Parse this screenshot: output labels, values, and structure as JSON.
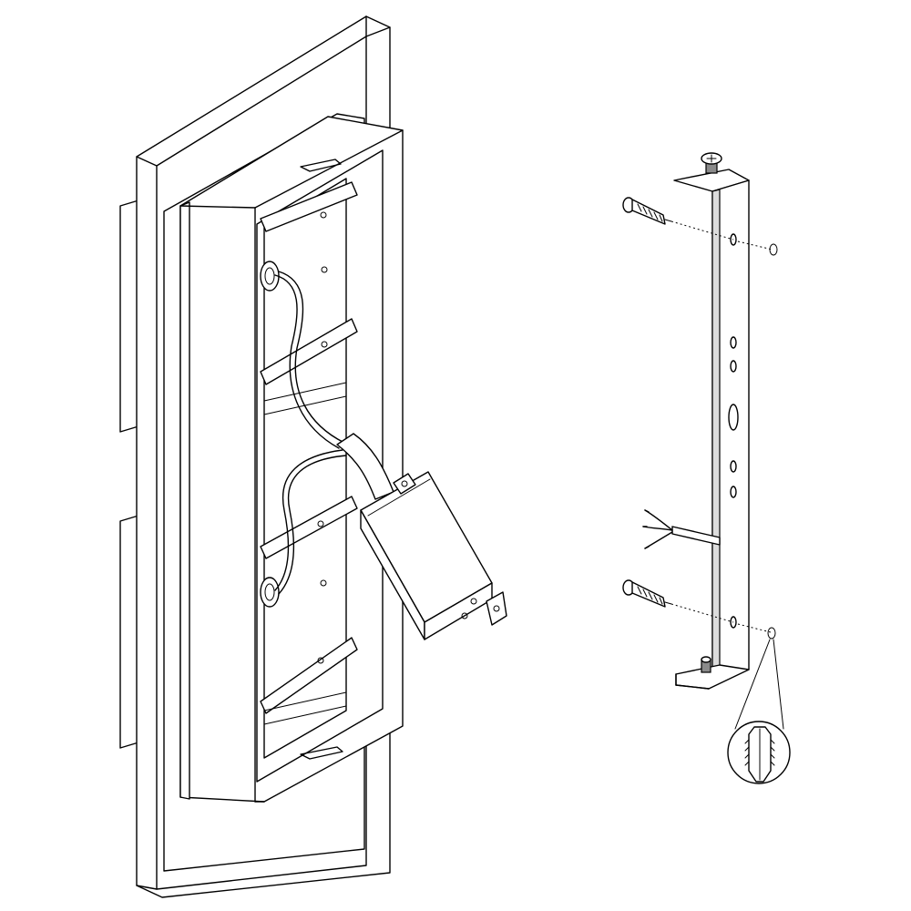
{
  "diagram": {
    "stroke_color": "#000000",
    "background_color": "#ffffff",
    "shade_color": "#dcdcdc",
    "parts": {
      "luminaire": "wall-luminaire-housing",
      "driver": "driver-box",
      "bracket": "mounting-bracket",
      "screws": "wall-screw-icon",
      "plug": "wall-plug-icon",
      "cable": "supply-cable"
    }
  }
}
